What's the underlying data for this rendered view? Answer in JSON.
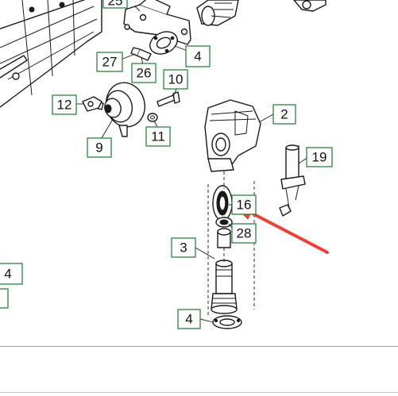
{
  "callouts": [
    {
      "id": "c25",
      "label": "25"
    },
    {
      "id": "c4a",
      "label": "4"
    },
    {
      "id": "c27",
      "label": "27"
    },
    {
      "id": "c26",
      "label": "26"
    },
    {
      "id": "c10",
      "label": "10"
    },
    {
      "id": "c12",
      "label": "12"
    },
    {
      "id": "c9",
      "label": "9"
    },
    {
      "id": "c11",
      "label": "11"
    },
    {
      "id": "c2",
      "label": "2"
    },
    {
      "id": "c19",
      "label": "19"
    },
    {
      "id": "c16",
      "label": "16"
    },
    {
      "id": "c28",
      "label": "28"
    },
    {
      "id": "c3",
      "label": "3"
    },
    {
      "id": "c4b",
      "label": "4"
    },
    {
      "id": "c4c",
      "label": "4"
    }
  ],
  "colors": {
    "callout_border": "#1f7a2e",
    "line_art": "#1a1a1a",
    "highlight_arrow": "#e8423a",
    "background": "#ffffff"
  }
}
